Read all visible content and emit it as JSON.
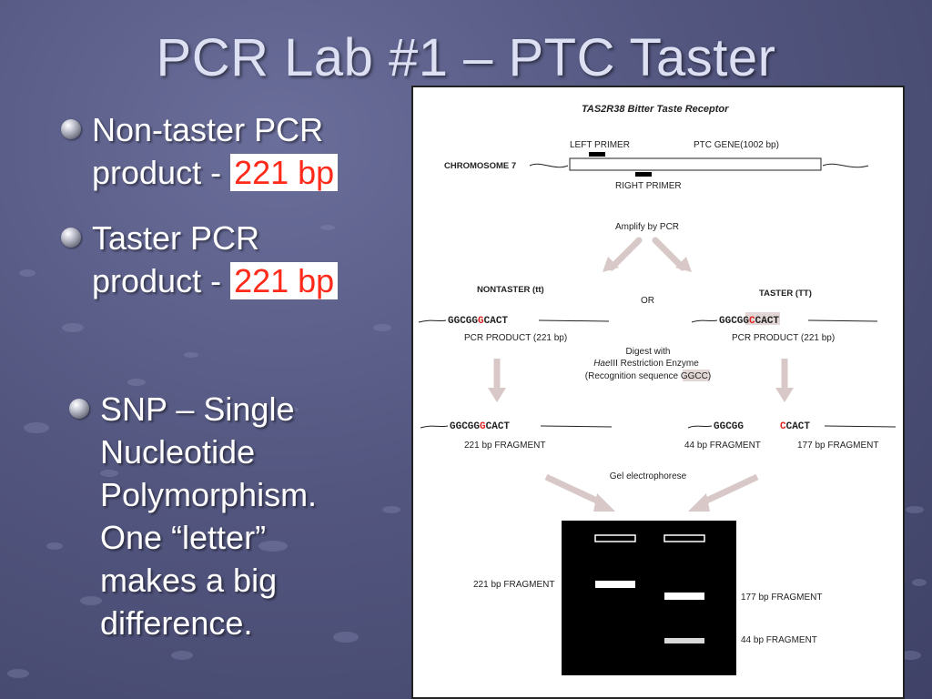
{
  "slide": {
    "title": "PCR Lab #1 – PTC Taster",
    "bullets": [
      {
        "line1": "Non-taster PCR",
        "line2_prefix": "product - ",
        "value": "221 bp"
      },
      {
        "line1": "Taster PCR",
        "line2_prefix": "product - ",
        "value": "221 bp"
      }
    ],
    "snp_lines": [
      "SNP – Single",
      "Nucleotide",
      "Polymorphism.",
      "One “letter”",
      "makes a big",
      "difference."
    ]
  },
  "figure": {
    "title": "TAS2R38 Bitter Taste Receptor",
    "left_primer": "LEFT PRIMER",
    "gene": "PTC GENE(1002 bp)",
    "chromosome": "CHROMOSOME 7",
    "right_primer": "RIGHT PRIMER",
    "amplify": "Amplify by PCR",
    "nontaster": "NONTASTER (tt)",
    "or": "OR",
    "taster": "TASTER (TT)",
    "nt_seq_a": "GGCGG",
    "nt_seq_b": "G",
    "nt_seq_c": "CACT",
    "t_seq_a": "GGCGG",
    "t_seq_b": "C",
    "t_seq_c": "CACT",
    "pcr_product_left": "PCR PRODUCT (221 bp)",
    "pcr_product_right": "PCR PRODUCT (221 bp)",
    "digest_1": "Digest with",
    "digest_2_italic": "Hae",
    "digest_2_rest": "III Restriction Enzyme",
    "digest_3_prefix": "(Recognition sequence ",
    "digest_3_seq": "GGCC",
    "digest_3_suffix": ")",
    "frag_left_seq_a": "GGCGG",
    "frag_left_seq_b": "G",
    "frag_left_seq_c": "CACT",
    "frag_left_label": "221 bp FRAGMENT",
    "frag_mid_seq": "GGCGG",
    "frag_mid_label": "44 bp FRAGMENT",
    "frag_right_seq_a": "C",
    "frag_right_seq_b": "CACT",
    "frag_right_label": "177 bp FRAGMENT",
    "gel": "Gel electrophorese",
    "gel_221": "221 bp FRAGMENT",
    "gel_177": "177 bp FRAGMENT",
    "gel_44": "44 bp FRAGMENT"
  },
  "colors": {
    "background": "#53567f",
    "title": "#dde0f2",
    "highlight": "#ff2a1a",
    "arrow": "#d8c8c8"
  }
}
